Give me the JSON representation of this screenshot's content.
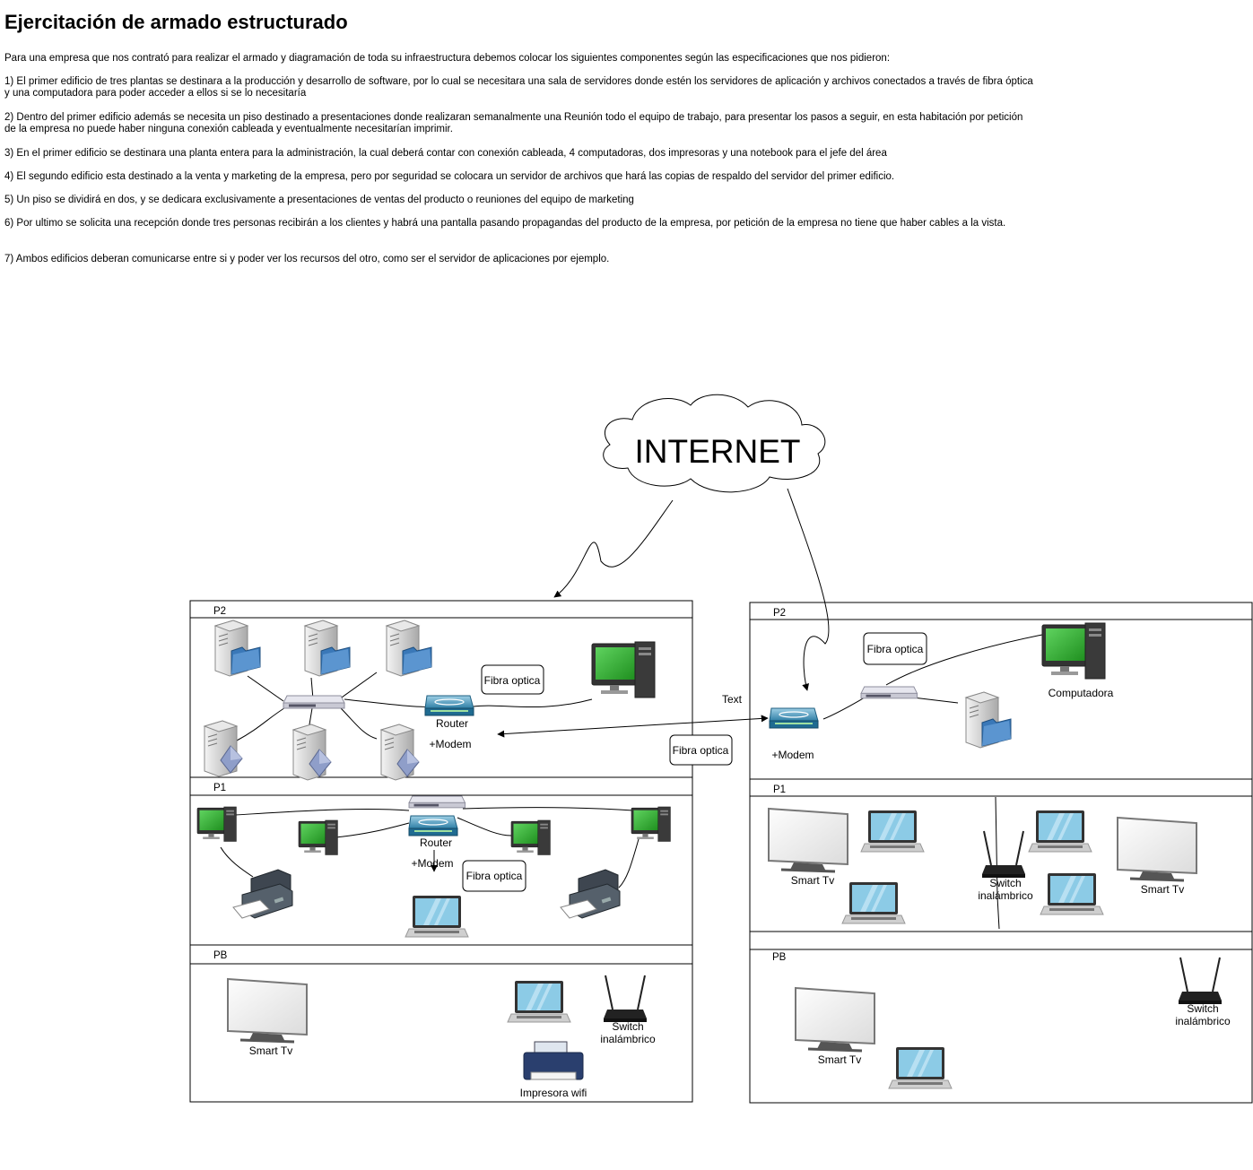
{
  "title": "Ejercitación de armado estructurado",
  "intro": "Para una empresa que  nos contrató para realizar el armado y diagramación de toda su infraestructura debemos colocar los siguientes componentes según las especificaciones que nos pidieron:",
  "requirements": [
    "1) El primer edificio de tres plantas se destinara a la producción y desarrollo de software, por lo cual se necesitara una sala de servidores donde estén los servidores de aplicación y archivos conectados a través de fibra óptica y una computadora para poder acceder a ellos si se lo necesitaría",
    "2) Dentro del primer edificio además se necesita un piso destinado a presentaciones donde realizaran semanalmente una Reunión todo el equipo de trabajo, para presentar los pasos a seguir, en esta habitación por petición de la empresa no puede haber ninguna conexión cableada y eventualmente necesitarían imprimir.",
    "3) En el primer edificio se destinara una planta entera para la administración, la cual deberá contar con conexión cableada, 4 computadoras, dos impresoras y una notebook para el jefe del área",
    "4) El segundo edificio esta destinado a la venta y marketing de la empresa, pero por seguridad se colocara un servidor de archivos que hará las copias de respaldo del servidor del primer edificio.",
    "5) Un piso se dividirá en dos, y se dedicara exclusivamente a presentaciones de ventas del producto o reuniones del equipo de marketing",
    "6) Por ultimo se solicita una recepción donde tres personas recibirán a los clientes y habrá una pantalla pasando propagandas del producto de la empresa, por petición de la empresa no tiene que haber cables a la vista.",
    "7) Ambos edificios deberan comunicarse entre si y poder ver los recursos del otro, como ser el servidor de aplicaciones por ejemplo."
  ],
  "diagram": {
    "cloud_label": "INTERNET",
    "link_label": "Text",
    "building1": {
      "floors": [
        "P2",
        "P1",
        "PB"
      ],
      "p2": {
        "fiber": "Fibra optica",
        "router": "Router",
        "modem": "+Modem"
      },
      "p1": {
        "router": "Router",
        "modem": "+Modem",
        "fiber": "Fibra optica"
      },
      "pb": {
        "tv": "Smart Tv",
        "switch_line1": "Switch",
        "switch_line2": "inalámbrico",
        "printer": "Impresora wifi"
      }
    },
    "building2": {
      "floors": [
        "P2",
        "P1",
        "PB"
      ],
      "p2": {
        "fiber": "Fibra optica",
        "computer": "Computadora",
        "modem": "+Modem"
      },
      "link_fiber": "Fibra optica",
      "p1": {
        "tv_left": "Smart Tv",
        "tv_right": "Smart Tv",
        "switch_line1": "Switch",
        "switch_line2": "inalámbrico"
      },
      "pb": {
        "tv": "Smart Tv",
        "switch_line1": "Switch",
        "switch_line2": "inalámbrico"
      }
    }
  }
}
